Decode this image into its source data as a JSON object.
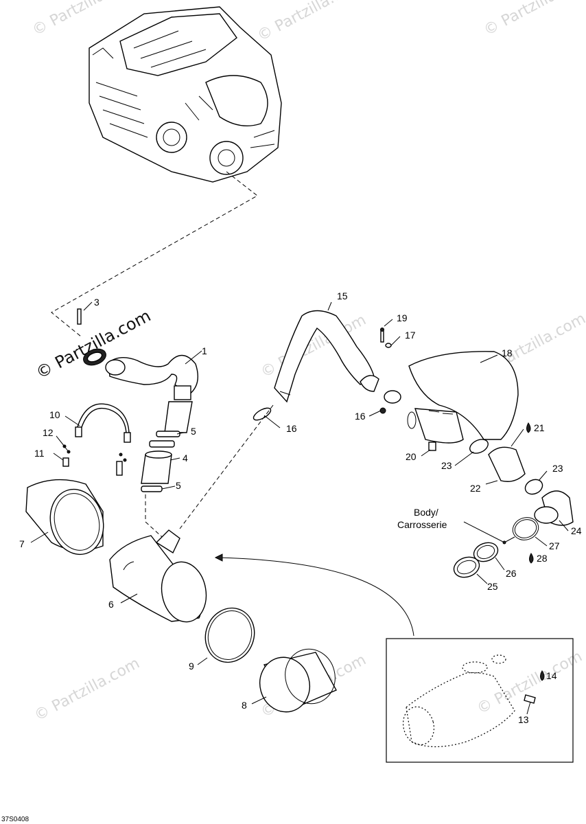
{
  "watermark": {
    "text": "© Partzilla.com",
    "main_text": "© Partzilla.com"
  },
  "body_label": {
    "line1": "Body/",
    "line2": "Carrosserie"
  },
  "diagram_ref": "37S0408",
  "callouts": [
    {
      "id": "c1",
      "text": "1"
    },
    {
      "id": "c3",
      "text": "3"
    },
    {
      "id": "c4",
      "text": "4"
    },
    {
      "id": "c5a",
      "text": "5"
    },
    {
      "id": "c5b",
      "text": "5"
    },
    {
      "id": "c6",
      "text": "6"
    },
    {
      "id": "c7",
      "text": "7"
    },
    {
      "id": "c8",
      "text": "8"
    },
    {
      "id": "c9",
      "text": "9"
    },
    {
      "id": "c10",
      "text": "10"
    },
    {
      "id": "c11",
      "text": "11"
    },
    {
      "id": "c12",
      "text": "12"
    },
    {
      "id": "c13",
      "text": "13"
    },
    {
      "id": "c14",
      "text": "14"
    },
    {
      "id": "c15",
      "text": "15"
    },
    {
      "id": "c16a",
      "text": "16"
    },
    {
      "id": "c16b",
      "text": "16"
    },
    {
      "id": "c17",
      "text": "17"
    },
    {
      "id": "c18",
      "text": "18"
    },
    {
      "id": "c19",
      "text": "19"
    },
    {
      "id": "c20",
      "text": "20"
    },
    {
      "id": "c21",
      "text": "21"
    },
    {
      "id": "c22",
      "text": "22"
    },
    {
      "id": "c23a",
      "text": "23"
    },
    {
      "id": "c23b",
      "text": "23"
    },
    {
      "id": "c24",
      "text": "24"
    },
    {
      "id": "c25",
      "text": "25"
    },
    {
      "id": "c26",
      "text": "26"
    },
    {
      "id": "c27",
      "text": "27"
    },
    {
      "id": "c28",
      "text": "28"
    }
  ]
}
